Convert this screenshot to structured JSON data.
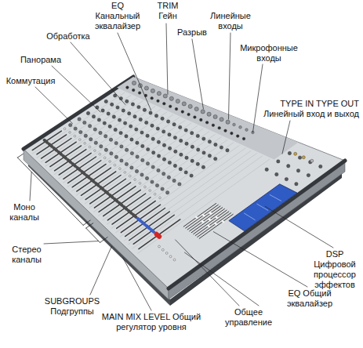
{
  "diagram": {
    "labels": [
      "EQ Канальный эквалайзер",
      "TRIM Гейн",
      "Линейные входы",
      "Разрыв",
      "Обработка",
      "Микрофонные входы",
      "Панорама",
      "Коммутация",
      "TYPE IN TYPE OUT Линейный вход и выход",
      "Моно каналы",
      "Стерео каналы",
      "DSP Цифровой процессор эффектов",
      "EQ Общий эквалайзер",
      "SUBGROUPS Подгруппы",
      "Общее управление",
      "MAIN MIX LEVEL Общий регулятор уровня"
    ]
  }
}
